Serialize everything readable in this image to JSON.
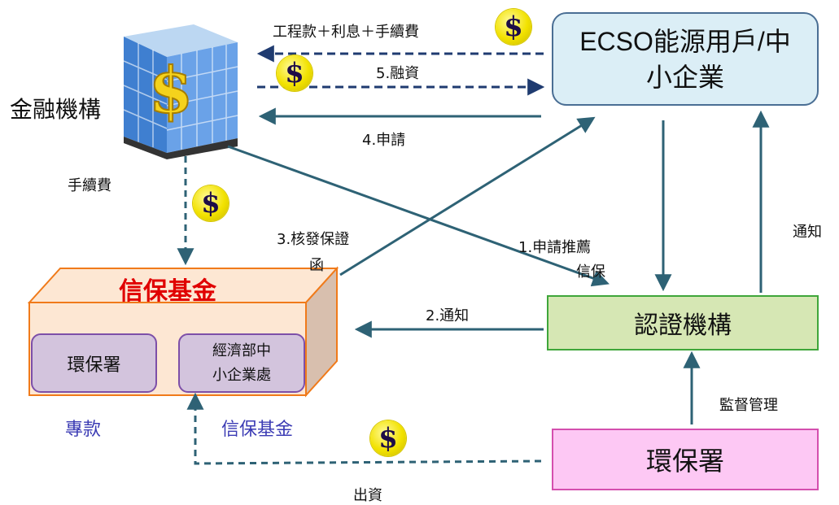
{
  "nodes": {
    "bank": "金融機構",
    "ecso": "ECSO能源用戶/中\n小企業",
    "cert": "認證機構",
    "epa": "環保署",
    "fund_title": "信保基金",
    "fund_epa": "環保署",
    "fund_moea": "經濟部中\n小企業處"
  },
  "labels": {
    "repay": "工程款＋利息＋手續費",
    "financing": "5.融資",
    "apply": "4.申請",
    "fee": "手續費",
    "guarantee_line1": "3.核發保證",
    "guarantee_line2": "函",
    "recommend_line1": "1.申請推薦",
    "recommend_line2": "信保",
    "notify2": "2.通知",
    "notify": "通知",
    "supervise": "監督管理",
    "invest": "出資",
    "special_fund": "專款",
    "credit_fund": "信保基金"
  },
  "icons": {
    "coin": "$"
  },
  "colors": {
    "arrow": "#2e6275",
    "dashed_arrow": "#1f3b70",
    "fund_border": "#f07a1a",
    "fund_title": "#e00000",
    "blue_label": "#3b3bb4"
  }
}
